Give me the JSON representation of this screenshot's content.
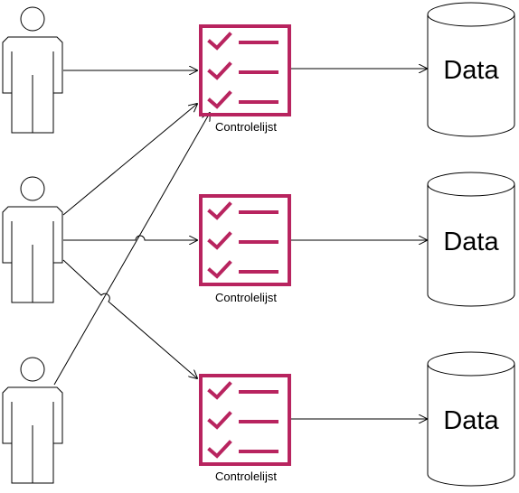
{
  "colors": {
    "line": "#000000",
    "checklist": "#b8245f",
    "background": "#ffffff"
  },
  "checklists": [
    {
      "label": "Controlelijst",
      "icon": "checklist-icon"
    },
    {
      "label": "Controlelijst",
      "icon": "checklist-icon"
    },
    {
      "label": "Controlelijst",
      "icon": "checklist-icon"
    }
  ],
  "databases": [
    {
      "label": "Data",
      "icon": "database-cylinder-icon"
    },
    {
      "label": "Data",
      "icon": "database-cylinder-icon"
    },
    {
      "label": "Data",
      "icon": "database-cylinder-icon"
    }
  ],
  "actors": [
    {
      "icon": "person-icon"
    },
    {
      "icon": "person-icon"
    },
    {
      "icon": "person-icon"
    }
  ],
  "connections": [
    {
      "from": "actor-1",
      "to": "checklist-1"
    },
    {
      "from": "actor-2",
      "to": "checklist-1"
    },
    {
      "from": "actor-2",
      "to": "checklist-2"
    },
    {
      "from": "actor-2",
      "to": "checklist-3"
    },
    {
      "from": "actor-3",
      "to": "checklist-1"
    },
    {
      "from": "checklist-1",
      "to": "database-1"
    },
    {
      "from": "checklist-2",
      "to": "database-2"
    },
    {
      "from": "checklist-3",
      "to": "database-3"
    }
  ]
}
